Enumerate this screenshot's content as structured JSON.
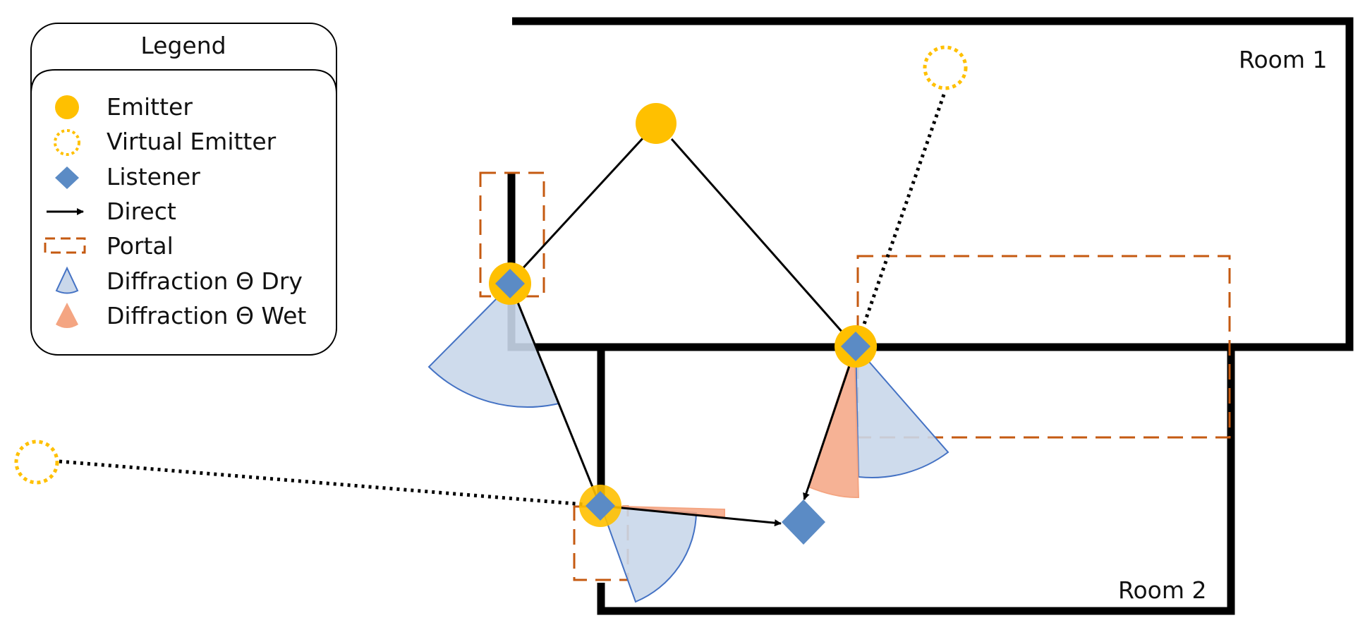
{
  "legend": {
    "title": "Legend",
    "items": [
      {
        "label": "Emitter",
        "icon": "emitter-icon"
      },
      {
        "label": "Virtual Emitter",
        "icon": "virtual-emitter-icon"
      },
      {
        "label": "Listener",
        "icon": "listener-icon"
      },
      {
        "label": "Direct",
        "icon": "direct-arrow-icon"
      },
      {
        "label": "Portal",
        "icon": "portal-icon"
      },
      {
        "label": "Diffraction Θ Dry",
        "icon": "diffraction-dry-icon"
      },
      {
        "label": "Diffraction Θ Wet",
        "icon": "diffraction-wet-icon"
      }
    ]
  },
  "rooms": [
    {
      "label": "Room 1"
    },
    {
      "label": "Room 2"
    }
  ],
  "colors": {
    "emitter": "#FFC000",
    "virtual_emitter": "#FFC000",
    "listener": "#5B8BC5",
    "dry_fill": "#C9D7EA",
    "dry_stroke": "#4472C4",
    "wet_fill": "#F4A582",
    "portal": "#C55A11",
    "wall": "#000000"
  }
}
